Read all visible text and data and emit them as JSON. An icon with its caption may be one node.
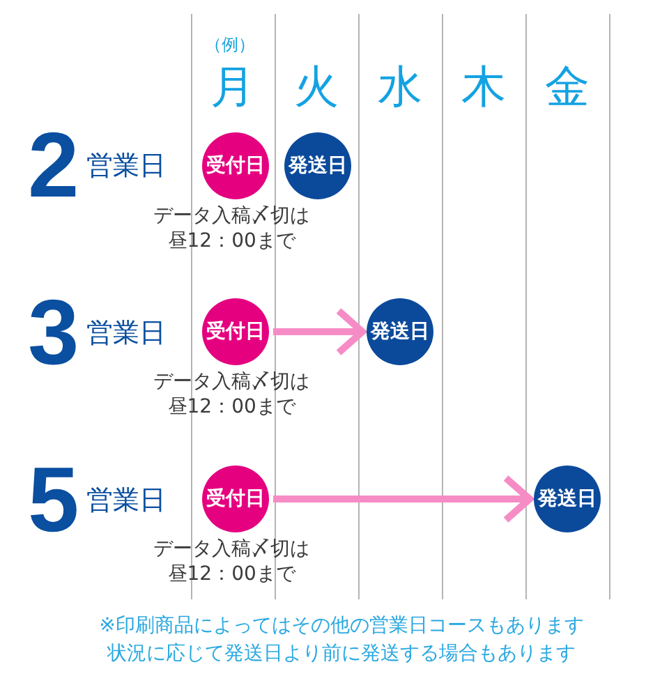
{
  "diagram": {
    "nodes": [
      {
        "text": [
          "受付日"
        ],
        "beside": [
          "データ入稿〆切は昼12：00まで"
        ]
      },
      {
        "text": [
          "発送日"
        ]
      },
      {
        "text": [
          "受付日"
        ],
        "beside": [
          "データ入稿〆切は昼12：00まで"
        ]
      },
      {
        "text": [
          "発送日"
        ]
      },
      {
        "text": [
          "受付日"
        ],
        "beside": [
          "データ入稿〆切は昼12：00まで"
        ]
      },
      {
        "text": [
          "発送日"
        ]
      }
    ],
    "edges": [
      {
        "from": 2,
        "to": 3,
        "arrow": "to"
      },
      {
        "from": 4,
        "to": 5,
        "arrow": "to"
      }
    ],
    "labels": [
      "（例）",
      "月",
      "火",
      "水",
      "木",
      "金",
      "2",
      "営業日",
      "3",
      "営業日",
      "5",
      "営業日",
      "※印刷商品によってはその他の営業日コースもあります",
      "状況に応じて発送日より前に発送する場合もあります"
    ]
  }
}
